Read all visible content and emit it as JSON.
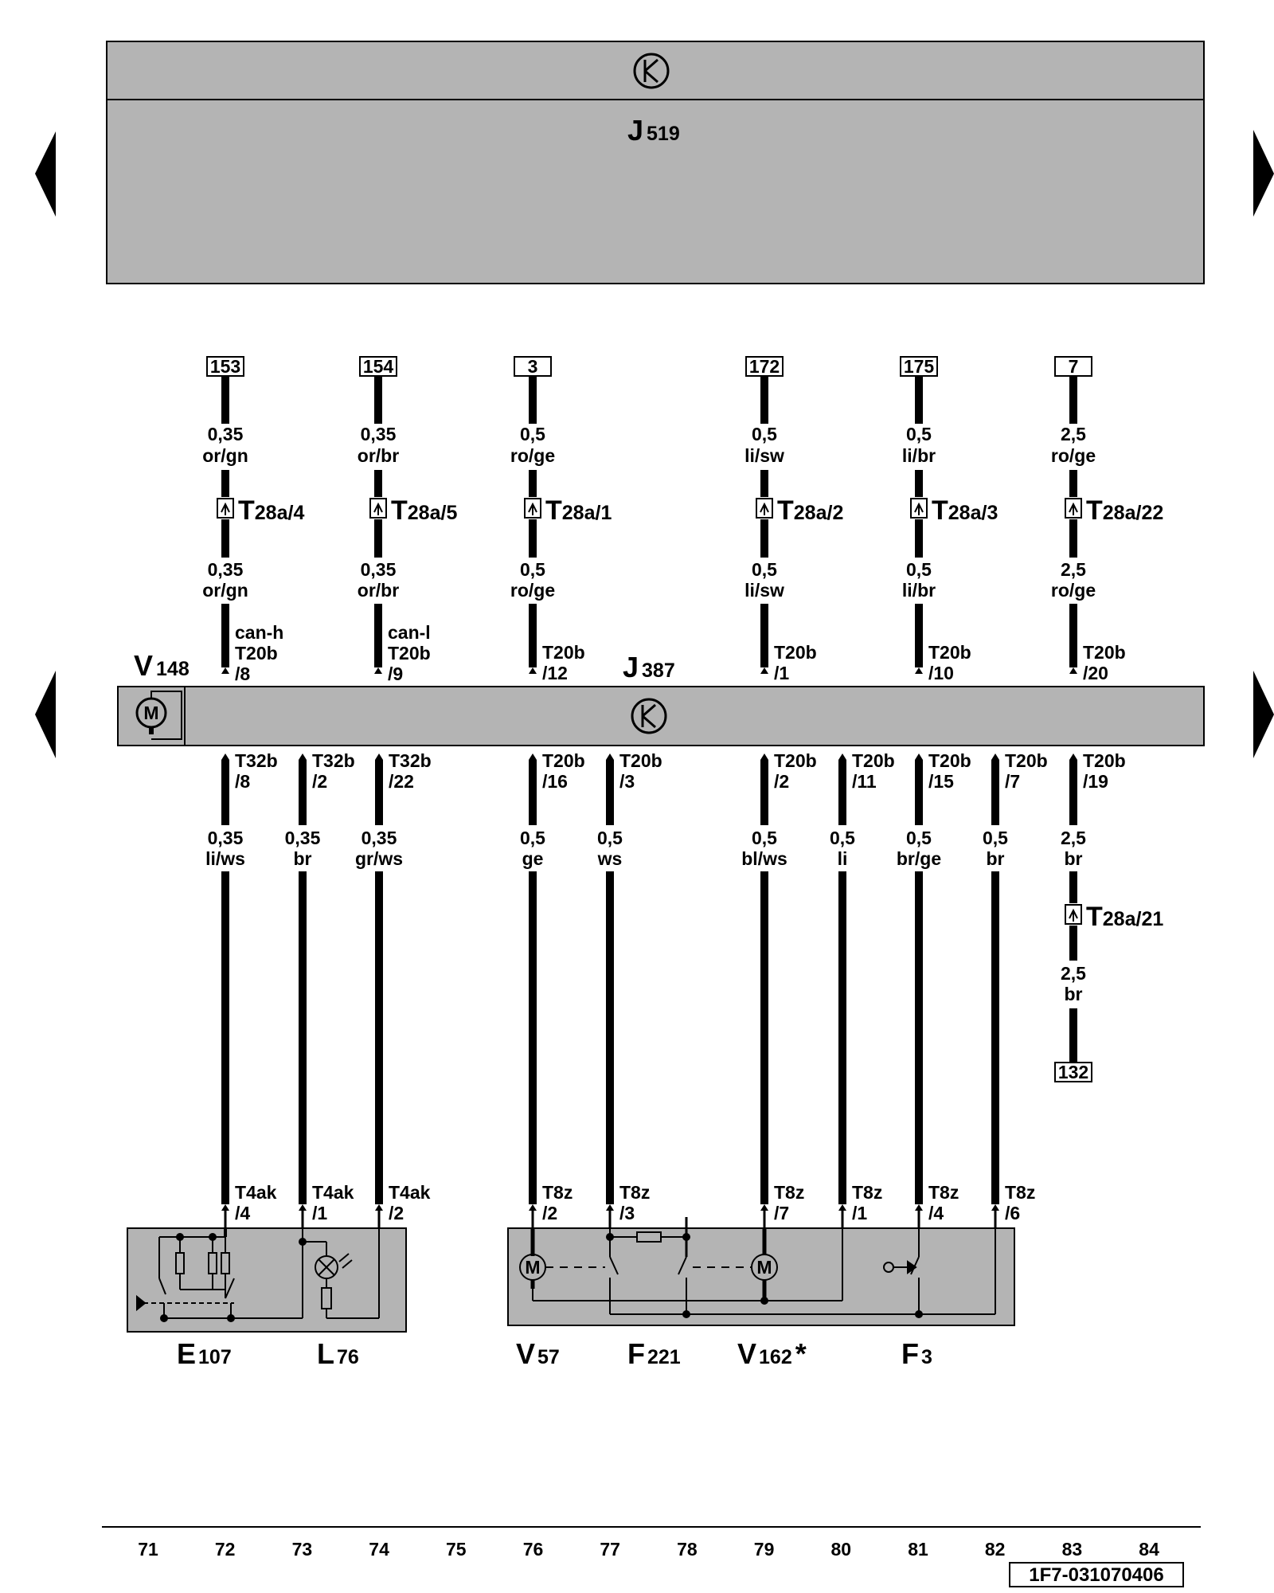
{
  "header_module": {
    "name": "J",
    "num": "519"
  },
  "main_module": {
    "name": "J",
    "num": "387"
  },
  "left_motor": {
    "name": "V",
    "num": "148",
    "symbol": "M"
  },
  "top_wires": [
    {
      "ref": "153",
      "upper": {
        "size": "0,35",
        "color": "or/gn"
      },
      "conn": {
        "big": "T",
        "sub": "28a/4"
      },
      "lower": {
        "size": "0,35",
        "color": "or/gn"
      },
      "pin": [
        "can-h",
        "T20b",
        "/8"
      ]
    },
    {
      "ref": "154",
      "upper": {
        "size": "0,35",
        "color": "or/br"
      },
      "conn": {
        "big": "T",
        "sub": "28a/5"
      },
      "lower": {
        "size": "0,35",
        "color": "or/br"
      },
      "pin": [
        "can-l",
        "T20b",
        "/9"
      ]
    },
    {
      "ref": "3",
      "upper": {
        "size": "0,5",
        "color": "ro/ge"
      },
      "conn": {
        "big": "T",
        "sub": "28a/1"
      },
      "lower": {
        "size": "0,5",
        "color": "ro/ge"
      },
      "pin": [
        "T20b",
        "/12"
      ]
    },
    {
      "ref": "172",
      "upper": {
        "size": "0,5",
        "color": "li/sw"
      },
      "conn": {
        "big": "T",
        "sub": "28a/2"
      },
      "lower": {
        "size": "0,5",
        "color": "li/sw"
      },
      "pin": [
        "T20b",
        "/1"
      ]
    },
    {
      "ref": "175",
      "upper": {
        "size": "0,5",
        "color": "li/br"
      },
      "conn": {
        "big": "T",
        "sub": "28a/3"
      },
      "lower": {
        "size": "0,5",
        "color": "li/br"
      },
      "pin": [
        "T20b",
        "/10"
      ]
    },
    {
      "ref": "7",
      "upper": {
        "size": "2,5",
        "color": "ro/ge"
      },
      "conn": {
        "big": "T",
        "sub": "28a/22"
      },
      "lower": {
        "size": "2,5",
        "color": "ro/ge"
      },
      "pin": [
        "T20b",
        "/20"
      ]
    }
  ],
  "bottom_wires": [
    {
      "pin": [
        "T32b",
        "/8"
      ],
      "size": "0,35",
      "color": "li/ws",
      "end": [
        "T4ak",
        "/4"
      ]
    },
    {
      "pin": [
        "T32b",
        "/2"
      ],
      "size": "0,35",
      "color": "br",
      "end": [
        "T4ak",
        "/1"
      ]
    },
    {
      "pin": [
        "T32b",
        "/22"
      ],
      "size": "0,35",
      "color": "gr/ws",
      "end": [
        "T4ak",
        "/2"
      ]
    },
    {
      "pin": [
        "T20b",
        "/16"
      ],
      "size": "0,5",
      "color": "ge",
      "end": [
        "T8z",
        "/2"
      ]
    },
    {
      "pin": [
        "T20b",
        "/3"
      ],
      "size": "0,5",
      "color": "ws",
      "end": [
        "T8z",
        "/3"
      ]
    },
    {
      "pin": [
        "T20b",
        "/2"
      ],
      "size": "0,5",
      "color": "bl/ws",
      "end": [
        "T8z",
        "/7"
      ]
    },
    {
      "pin": [
        "T20b",
        "/11"
      ],
      "size": "0,5",
      "color": "li",
      "end": [
        "T8z",
        "/1"
      ]
    },
    {
      "pin": [
        "T20b",
        "/15"
      ],
      "size": "0,5",
      "color": "br/ge",
      "end": [
        "T8z",
        "/4"
      ]
    },
    {
      "pin": [
        "T20b",
        "/7"
      ],
      "size": "0,5",
      "color": "br",
      "end": [
        "T8z",
        "/6"
      ]
    },
    {
      "pin": [
        "T20b",
        "/19"
      ],
      "size": "2,5",
      "color": "br",
      "conn": {
        "big": "T",
        "sub": "28a/21"
      },
      "size2": "2,5",
      "color2": "br",
      "ref": "132"
    }
  ],
  "components": [
    {
      "name": "E",
      "num": "107",
      "star": ""
    },
    {
      "name": "L",
      "num": "76",
      "star": ""
    },
    {
      "name": "V",
      "num": "57",
      "star": ""
    },
    {
      "name": "F",
      "num": "221",
      "star": ""
    },
    {
      "name": "V",
      "num": "162",
      "star": "*"
    },
    {
      "name": "F",
      "num": "3",
      "star": ""
    }
  ],
  "motor_symbol": "M",
  "track_numbers": [
    "71",
    "72",
    "73",
    "74",
    "75",
    "76",
    "77",
    "78",
    "79",
    "80",
    "81",
    "82",
    "83",
    "84"
  ],
  "diagram_code": "1F7-031070406",
  "colors": {
    "module_fill": "#b4b4b4",
    "line": "#000000"
  }
}
